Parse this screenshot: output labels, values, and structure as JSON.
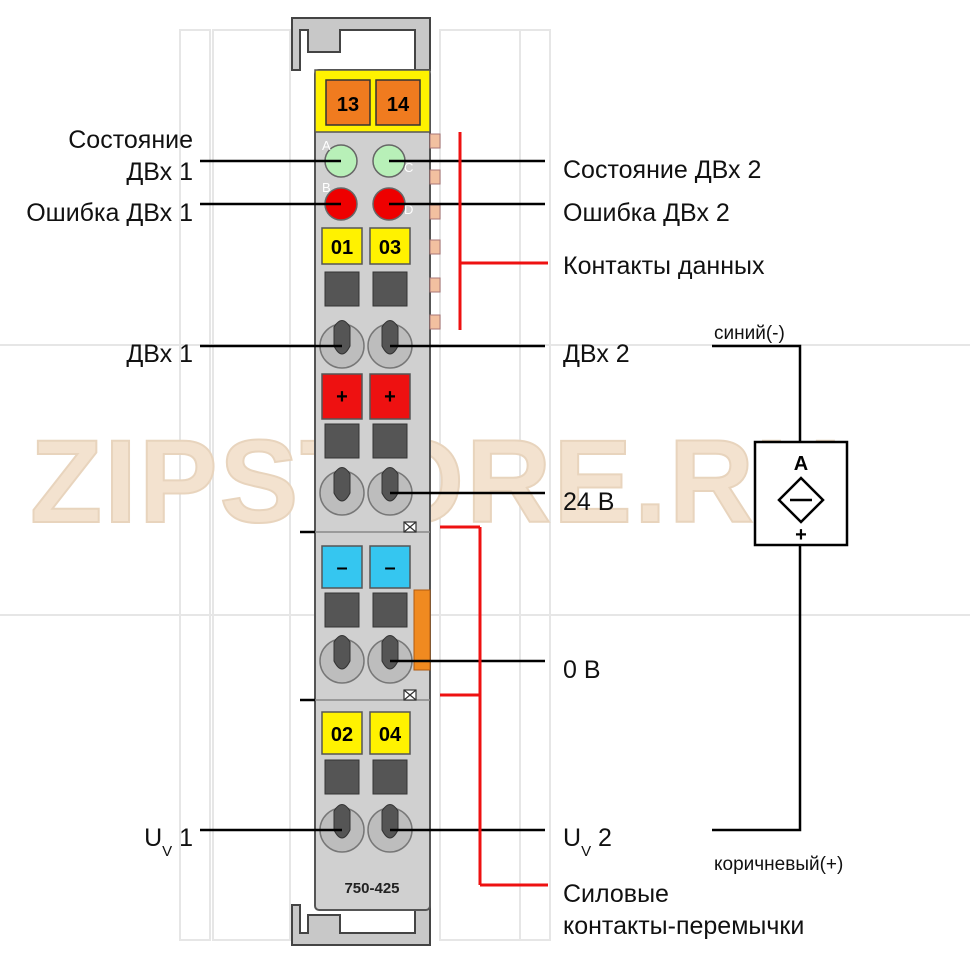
{
  "watermark": "ZIPSTORE.RU",
  "module": {
    "model": "750-425",
    "top_terminals": [
      "13",
      "14"
    ],
    "inputs_top": [
      "01",
      "03"
    ],
    "inputs_bottom": [
      "02",
      "04"
    ],
    "plus_sign": "+",
    "minus_sign": "–",
    "led_letters": [
      "A",
      "B",
      "C",
      "D"
    ]
  },
  "labels_left": {
    "status1_line1": "Состояние",
    "status1_line2": "ДВх 1",
    "error1": "Ошибка ДВх 1",
    "di1": "ДВх 1",
    "uv1_main": "U",
    "uv1_sub": "V",
    "uv1_num": " 1"
  },
  "labels_right": {
    "status2": "Состояние ДВх 2",
    "error2": "Ошибка ДВх 2",
    "data_contacts": "Контакты данных",
    "di2": "ДВх 2",
    "v24": "24 В",
    "v0": "0 В",
    "uv2_main": "U",
    "uv2_sub": "V",
    "uv2_num": " 2",
    "power_line1": "Силовые",
    "power_line2": "контакты-перемычки"
  },
  "sensor": {
    "blue": "синий(-)",
    "brown": "коричневый(+)",
    "symbol_top": "A",
    "symbol_bottom": "+"
  },
  "colors": {
    "module_body": "#d0d0d0",
    "yellow": "#fff200",
    "orange": "#f07b1f",
    "green_led": "#b8f0b8",
    "red_led": "#ee0000",
    "red_block": "#ee1111",
    "blue_block": "#35c6f0",
    "connector_line": "#ee1111"
  }
}
